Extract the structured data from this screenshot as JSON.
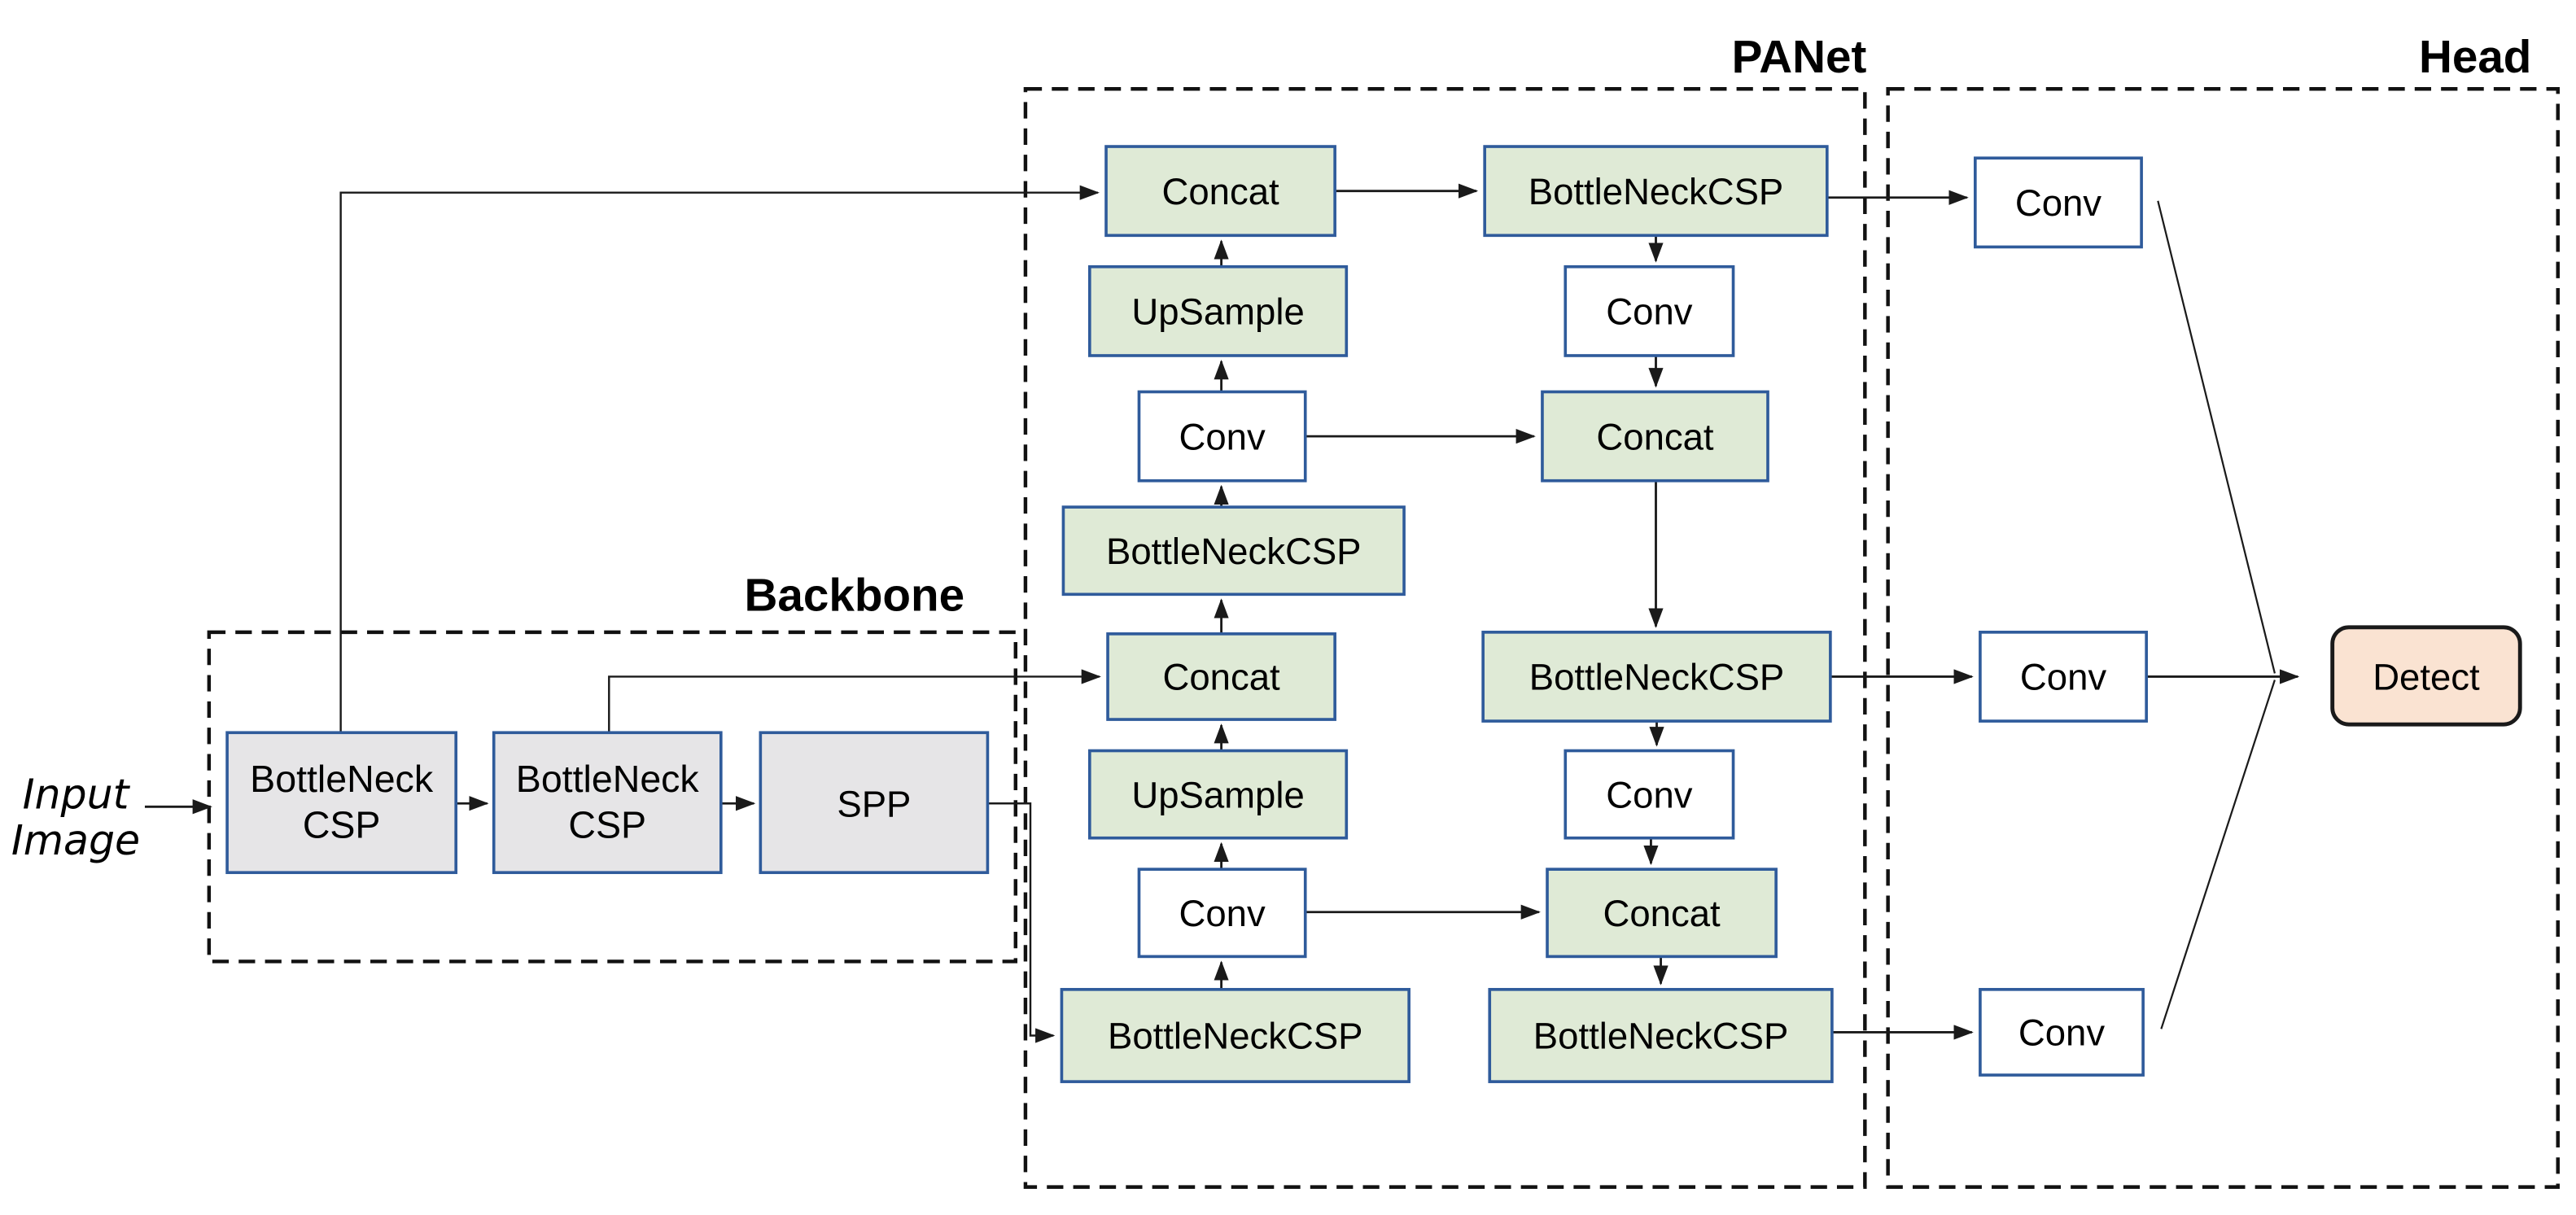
{
  "diagram": {
    "input": {
      "line1": "Input",
      "line2": "Image"
    },
    "sections": {
      "backbone": {
        "label": "Backbone"
      },
      "panet": {
        "label": "PANet"
      },
      "head": {
        "label": "Head"
      }
    },
    "backbone": {
      "bottleneck_csp_1": {
        "line1": "BottleNeck",
        "line2": "CSP"
      },
      "bottleneck_csp_2": {
        "line1": "BottleNeck",
        "line2": "CSP"
      },
      "spp": {
        "label": "SPP"
      }
    },
    "panet": {
      "concat_top": "Concat",
      "upsample_top": "UpSample",
      "conv_left_upper": "Conv",
      "bottleneck_csp_left_mid": "BottleNeckCSP",
      "concat_mid": "Concat",
      "upsample_lower": "UpSample",
      "conv_left_lower": "Conv",
      "bottleneck_csp_left_bottom": "BottleNeckCSP",
      "bottleneck_csp_right_top": "BottleNeckCSP",
      "conv_right_upper": "Conv",
      "concat_right_upper": "Concat",
      "bottleneck_csp_right_mid": "BottleNeckCSP",
      "conv_right_lower": "Conv",
      "concat_right_lower": "Concat",
      "bottleneck_csp_right_bottom": "BottleNeckCSP"
    },
    "head": {
      "conv_top": "Conv",
      "conv_mid": "Conv",
      "conv_bottom": "Conv",
      "detect": "Detect"
    },
    "colors": {
      "green_fill": "#dfead6",
      "gray_fill": "#e6e5e7",
      "white_fill": "#ffffff",
      "box_border": "#2f5b9b",
      "detect_fill": "#fae3d2",
      "detect_border": "#1a1a1a",
      "line_color": "#1a1a1a",
      "section_border": "#111111",
      "text_color": "#000000"
    }
  }
}
